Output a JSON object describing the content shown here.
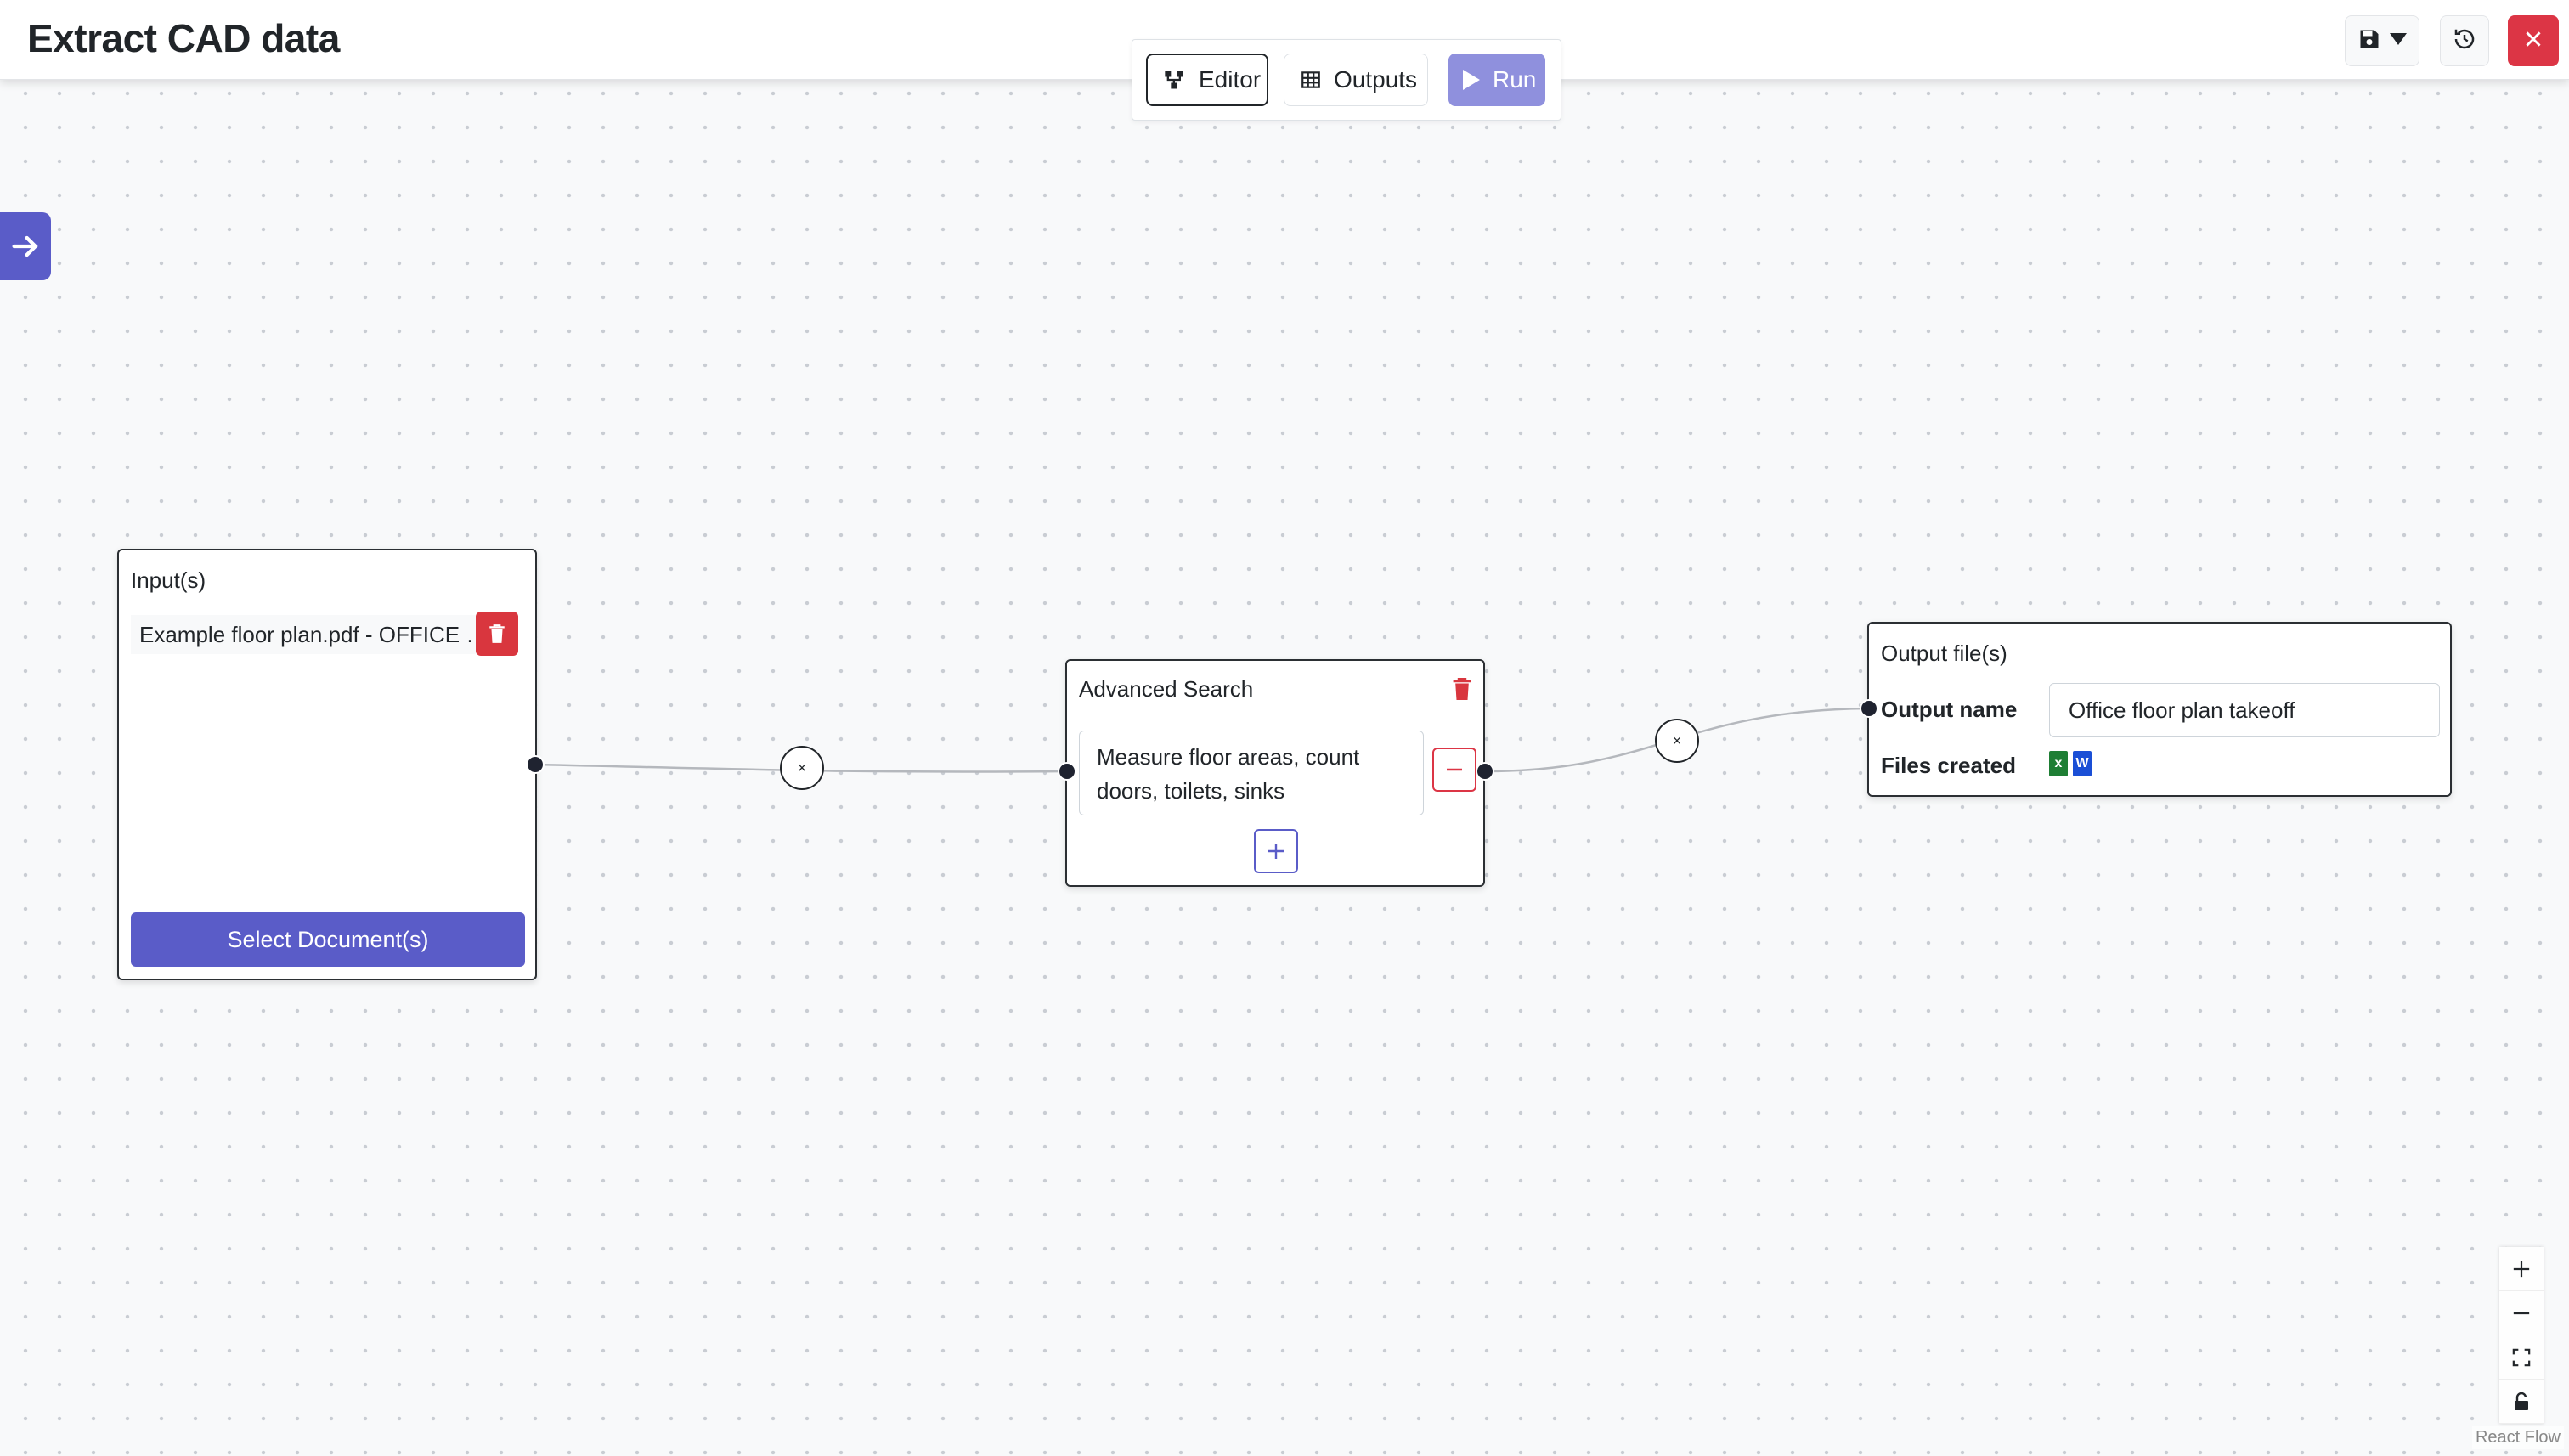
{
  "header": {
    "title": "Extract CAD data"
  },
  "toolbar": {
    "editor_label": "Editor",
    "outputs_label": "Outputs",
    "run_label": "Run"
  },
  "nodes": {
    "input": {
      "title": "Input(s)",
      "file_name": "Example floor plan.pdf - OFFICE …",
      "select_label": "Select Document(s)"
    },
    "search": {
      "title": "Advanced Search",
      "query": "Measure floor areas, count doors, toilets, sinks"
    },
    "output": {
      "title": "Output file(s)",
      "name_label": "Output name",
      "name_value": "Office floor plan takeoff",
      "files_label": "Files created",
      "file_icons": [
        "excel-icon",
        "word-icon"
      ],
      "excel_letter": "x",
      "word_letter": "W"
    }
  },
  "edges": {
    "delete_glyph": "×"
  },
  "attribution": "React Flow",
  "colors": {
    "accent": "#5a5cc8",
    "run_disabled": "#8f90dd",
    "danger": "#dc3545",
    "handle": "#1f2330"
  }
}
